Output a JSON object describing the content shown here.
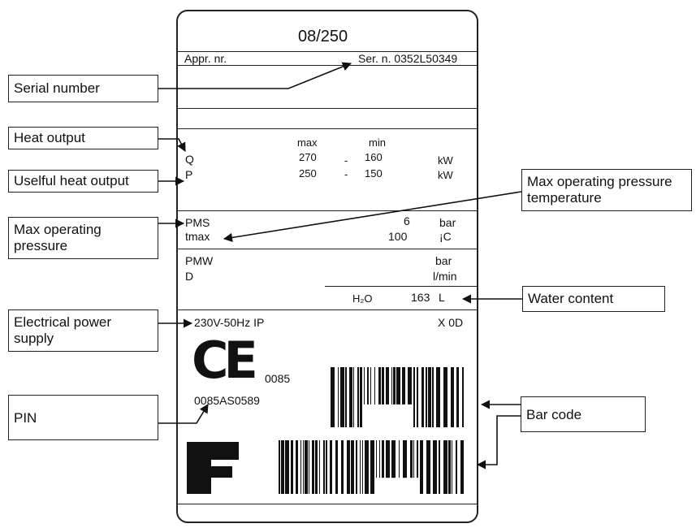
{
  "plate": {
    "model": "08/250",
    "appr_label": "Appr. nr.",
    "serial_label": "Ser. n. 0352L50349",
    "col_max": "max",
    "col_min": "min",
    "q_label": "Q",
    "q_max": "270",
    "q_sep": "-",
    "q_min": "160",
    "q_unit": "kW",
    "p_label": "P",
    "p_max": "250",
    "p_sep": "-",
    "p_min": "150",
    "p_unit": "kW",
    "pms_label": "PMS",
    "pms_value": "6",
    "pms_unit": "bar",
    "tmax_label": "tmax",
    "tmax_value": "100",
    "tmax_unit": "¡C",
    "pmw_label": "PMW",
    "pmw_unit": "bar",
    "d_label": "D",
    "d_unit": "l/min",
    "water_label": "H₂O",
    "water_value": "163",
    "water_unit": "L",
    "power": "230V-50Hz IP",
    "ip_rating": "X 0D",
    "ce_mark": "CE",
    "ce_number": "0085",
    "pin_value": "0085AS0589"
  },
  "callouts": {
    "serial_number": "Serial number",
    "heat_output": "Heat output",
    "useful_heat_output": "Uselful heat output",
    "max_operating_pressure": "Max operating pressure",
    "max_operating_pressure_temperature": "Max operating pressure temperature",
    "water_content": "Water content",
    "electrical_power_supply": "Electrical power supply",
    "pin": "PIN",
    "bar_code": "Bar code"
  },
  "colors": {
    "ink": "#111111",
    "background": "#ffffff"
  },
  "icons": [
    "ce-mark-icon",
    "f-logo-icon",
    "barcode-icon"
  ]
}
